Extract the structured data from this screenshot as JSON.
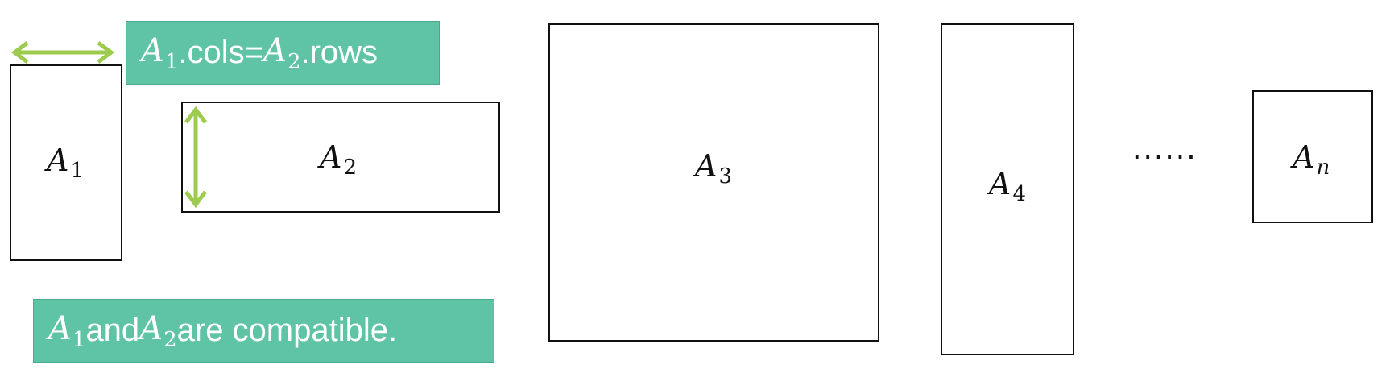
{
  "matrices": [
    {
      "base": "A",
      "sub": "1"
    },
    {
      "base": "A",
      "sub": "2"
    },
    {
      "base": "A",
      "sub": "3"
    },
    {
      "base": "A",
      "sub": "4"
    },
    {
      "base": "A",
      "sub": "n"
    }
  ],
  "ellipsis": "......",
  "callout_top": {
    "left_var": {
      "base": "A",
      "sub": "1"
    },
    "middle_text": ".cols=",
    "right_var": {
      "base": "A",
      "sub": "2"
    },
    "end_text": ".rows"
  },
  "callout_bottom": {
    "first_var": {
      "base": "A",
      "sub": "1"
    },
    "and_text": "and ",
    "second_var": {
      "base": "A",
      "sub": "2"
    },
    "end_text": "are compatible."
  },
  "colors": {
    "callout_fill": "#5fc4a5",
    "arrow": "#9ccb4e",
    "matrix_border": "#111111"
  }
}
